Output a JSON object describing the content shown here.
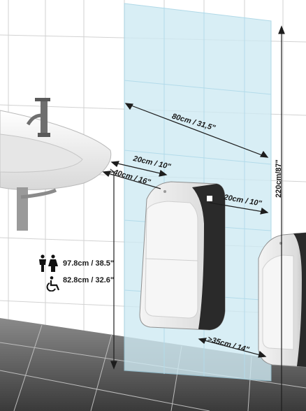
{
  "dimensions": {
    "width_spacing": "80cm / 31,5\"",
    "gap_from_sink": "20cm / 10\"",
    "sink_clearance": ">40cm / 16\"",
    "side_gap": "20cm / 10\"",
    "floor_gap": ">35cm / 14\"",
    "wall_height": "220cm/87\""
  },
  "mounting_heights": {
    "standard": "97.8cm / 38.5\"",
    "accessible": "82.8cm / 32.6\""
  },
  "icons": {
    "people": "people-icon",
    "wheelchair": "wheelchair-icon"
  },
  "colors": {
    "zone_fill": "#cfeaf3",
    "dimension_line": "#1d1d1d",
    "dryer_body": "#e9e9e9",
    "dryer_accent": "#2a2a2a"
  }
}
